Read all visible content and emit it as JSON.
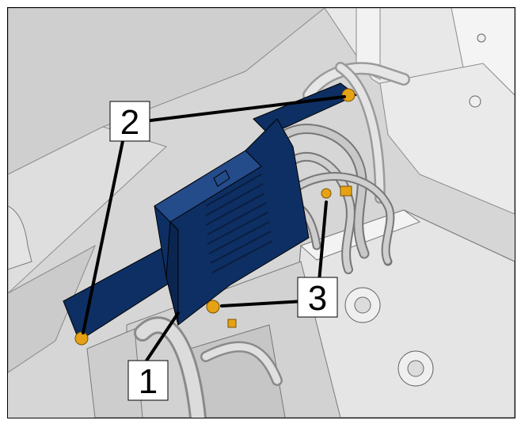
{
  "figure": {
    "callouts": [
      {
        "id": "1",
        "label": "1"
      },
      {
        "id": "2",
        "label": "2"
      },
      {
        "id": "3",
        "label": "3"
      }
    ],
    "colors": {
      "module_blue": "#0e2f63",
      "module_blue_light": "#244b8a",
      "bolt_orange": "#e6a215",
      "background_grey": "#d9d9d9",
      "panel_light": "#ececec",
      "panel_mid": "#cfcfcf",
      "cable_grey": "#bfbfbf"
    }
  }
}
